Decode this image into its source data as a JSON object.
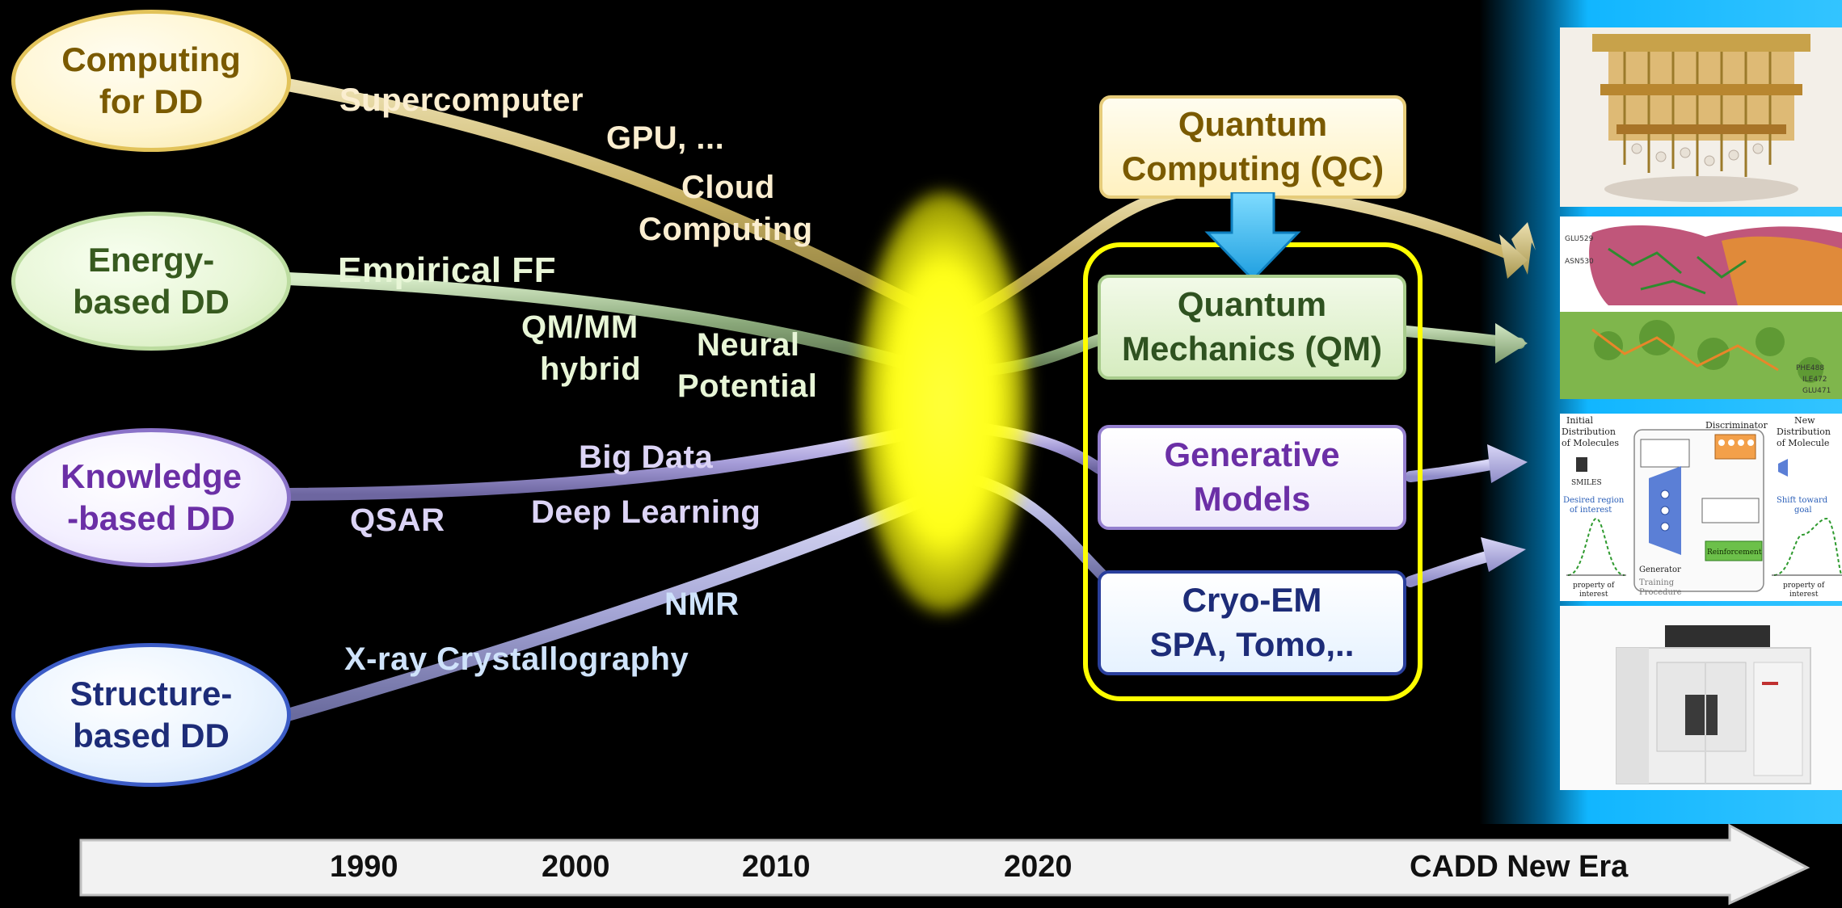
{
  "sources": {
    "computing": [
      "Computing",
      "for DD"
    ],
    "energy": [
      "Energy-",
      "based DD"
    ],
    "knowledge": [
      "Knowledge",
      "-based DD"
    ],
    "structure": [
      "Structure-",
      "based DD"
    ]
  },
  "labels": {
    "supercomputer": "Supercomputer",
    "gpu": "GPU, ...",
    "cloud1": "Cloud",
    "cloud2": "Computing",
    "empirical_ff": "Empirical  FF",
    "qmmm1": "QM/MM",
    "qmmm2": "hybrid",
    "neural1": "Neural",
    "neural2": "Potential",
    "big_data": "Big Data",
    "qsar": "QSAR",
    "deep_learning": "Deep Learning",
    "nmr": "NMR",
    "xray": "X-ray Crystallography"
  },
  "targets": {
    "qc": [
      "Quantum",
      "Computing (QC)"
    ],
    "qm": [
      "Quantum",
      "Mechanics (QM)"
    ],
    "gen": [
      "Generative",
      "Models"
    ],
    "cryo": [
      "Cryo-EM",
      "SPA, Tomo,.."
    ]
  },
  "thumbnail_text": {
    "gen_diagram": {
      "initial1": "Initial",
      "initial2": "Distribution",
      "initial3": "of Molecules",
      "smiles": "SMILES",
      "desired1": "Desired region",
      "desired2": "of interest",
      "generator": "Generator",
      "training1": "Training",
      "training2": "Procedure",
      "discriminator": "Discriminator",
      "reinforcement": "Reinforcement",
      "new1": "New",
      "new2": "Distribution",
      "new3": "of Molecule",
      "shift1": "Shift toward",
      "shift2": "goal",
      "prop_left1": "property of",
      "prop_left2": "interest",
      "prop_right1": "property of",
      "prop_right2": "interest"
    },
    "protein_residues": [
      "GLU529",
      "ASN530",
      "PHE488",
      "ILE472",
      "GLU471"
    ]
  },
  "timeline": {
    "y1990": "1990",
    "y2000": "2000",
    "y2010": "2010",
    "y2020": "2020",
    "era": "CADD New Era"
  },
  "colors": {
    "flow_computing": "#c7b063",
    "flow_energy": "#8aa87a",
    "flow_knowledge": "#a59cd8",
    "flow_structure": "#a7a8d8",
    "focus_glow": "#ffff00",
    "frame": "#ffff00",
    "panel": "#11b6ff",
    "down_arrow": "#22b8ee"
  }
}
